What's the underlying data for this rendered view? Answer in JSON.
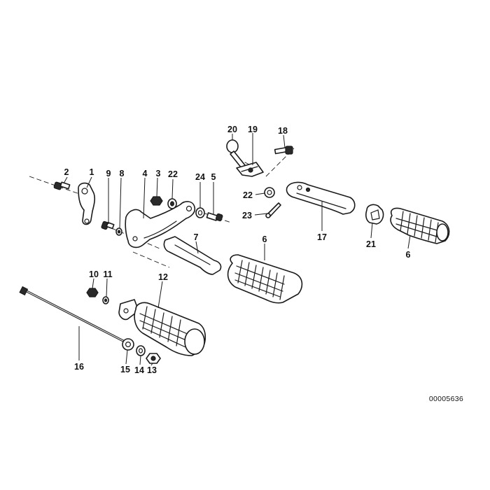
{
  "callouts": {
    "c1": "1",
    "c2": "2",
    "c3": "3",
    "c4": "4",
    "c5": "5",
    "c6a": "6",
    "c6b": "6",
    "c7": "7",
    "c8": "8",
    "c9": "9",
    "c10": "10",
    "c11": "11",
    "c12": "12",
    "c13": "13",
    "c14": "14",
    "c15": "15",
    "c16": "16",
    "c17": "17",
    "c18": "18",
    "c19": "19",
    "c20": "20",
    "c21": "21",
    "c22a": "22",
    "c22b": "22",
    "c23": "23",
    "c24": "24"
  },
  "document_number": "00005636"
}
